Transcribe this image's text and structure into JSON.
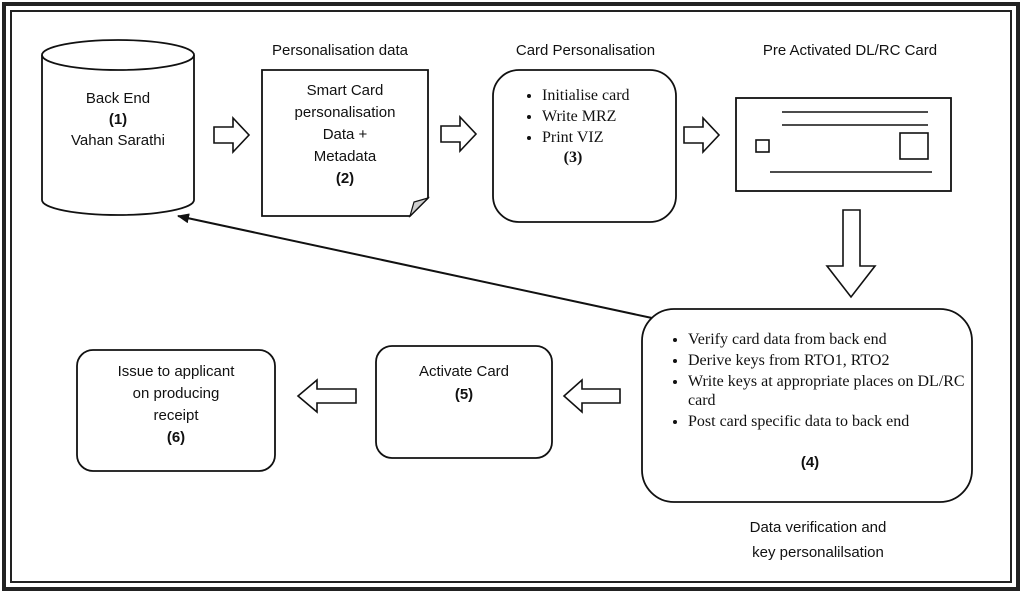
{
  "backend": {
    "line1": "Back End",
    "num": "(1)",
    "line2": "Vahan Sarathi"
  },
  "perso_data": {
    "heading": "Personalisation data",
    "lines": [
      "Smart Card",
      "personalisation",
      "Data +",
      "Metadata"
    ],
    "num": "(2)"
  },
  "card_perso": {
    "heading": "Card Personalisation",
    "items": [
      "Initialise card",
      "Write MRZ",
      "Print VIZ"
    ],
    "num": "(3)"
  },
  "pre_activated": {
    "heading": "Pre Activated DL/RC Card"
  },
  "verification": {
    "items": [
      "Verify card data from back end",
      "Derive keys from RTO1, RTO2",
      "Write keys at appropriate places on DL/RC card",
      "Post card specific data to back end"
    ],
    "num": "(4)",
    "caption_line1": "Data verification and",
    "caption_line2": "key personalilsation"
  },
  "activate": {
    "label": "Activate Card",
    "num": "(5)"
  },
  "issue": {
    "lines": [
      "Issue to applicant",
      "on producing",
      "receipt"
    ],
    "num": "(6)"
  }
}
